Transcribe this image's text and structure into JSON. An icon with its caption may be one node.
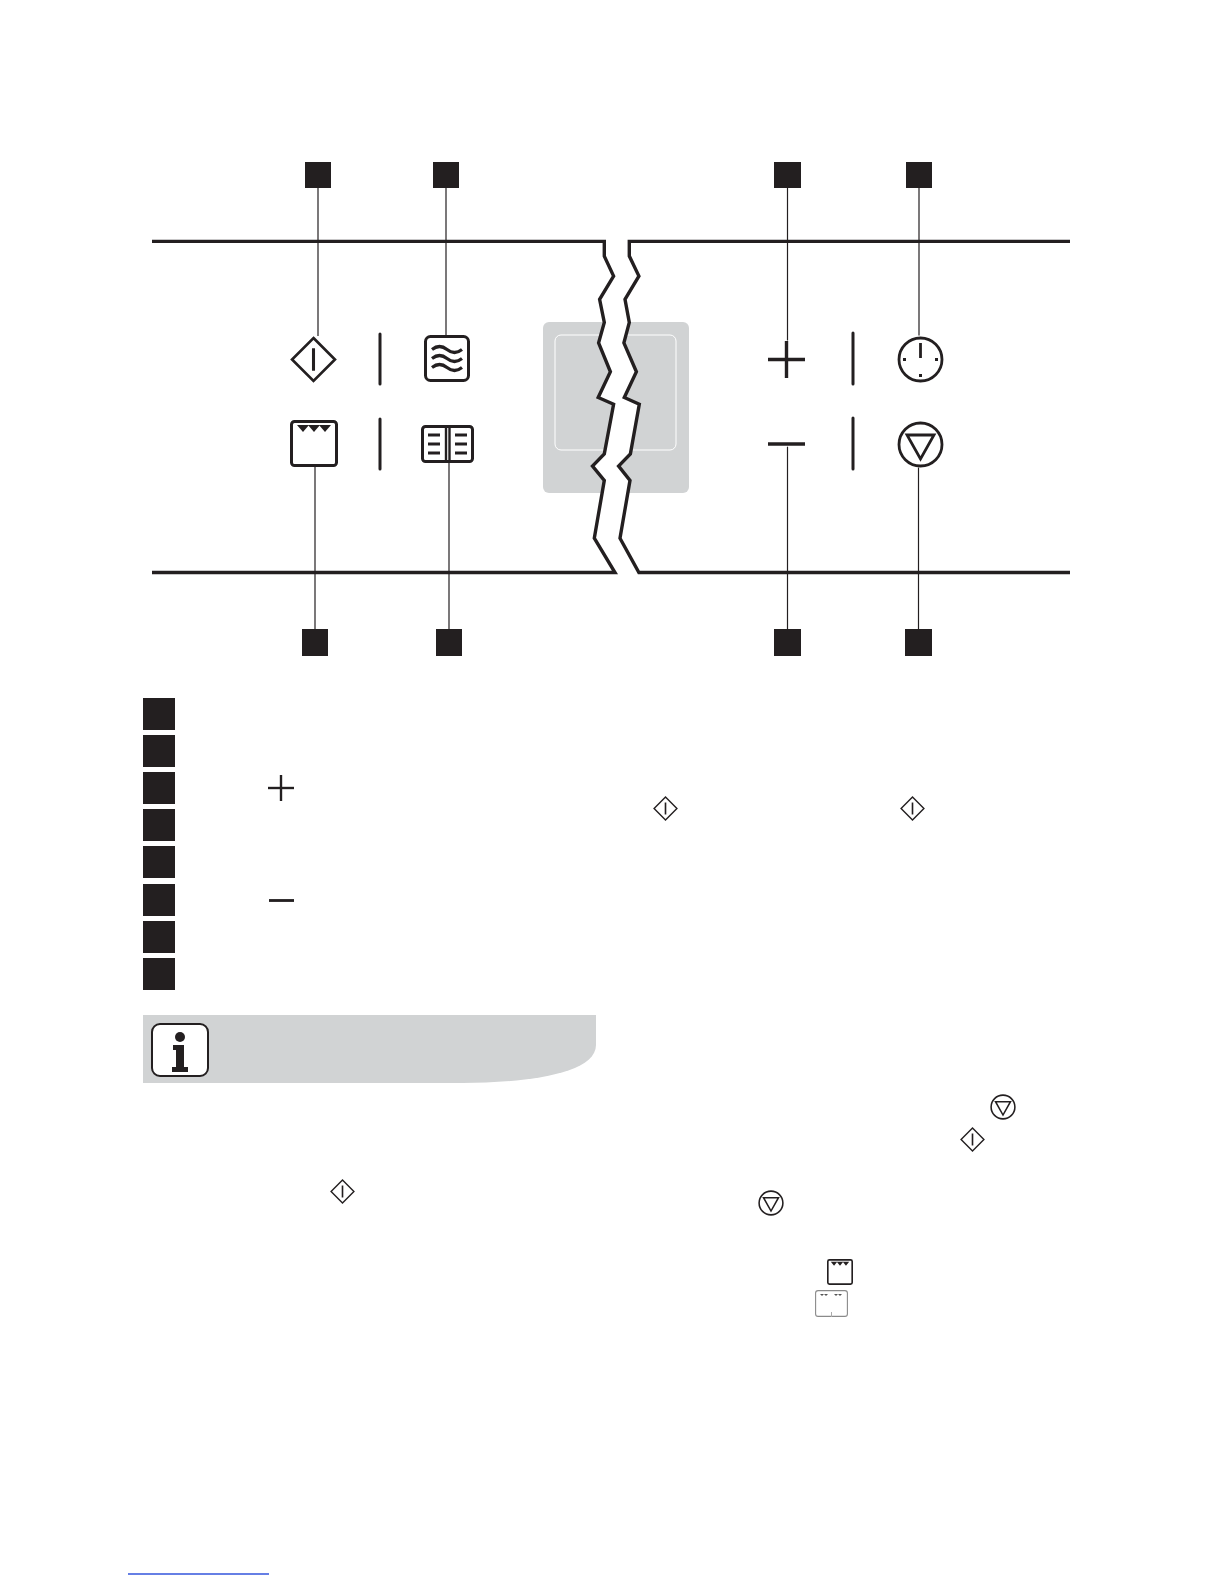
{
  "diagram": {
    "nodes": [
      {
        "text": [],
        "shape": "box"
      },
      {
        "text": [],
        "shape": "box"
      },
      {
        "text": [],
        "shape": "box"
      },
      {
        "text": [],
        "shape": "box"
      },
      {
        "text": [],
        "shape": "picture"
      },
      {
        "text": [],
        "shape": "picture"
      },
      {
        "text": [],
        "shape": "picture"
      },
      {
        "text": [],
        "shape": "picture"
      },
      {
        "text": [],
        "shape": "picture"
      },
      {
        "text": [],
        "shape": "picture"
      },
      {
        "text": [],
        "shape": "picture"
      },
      {
        "text": [],
        "shape": "picture"
      },
      {
        "text": [],
        "shape": "box"
      },
      {
        "text": [],
        "shape": "box"
      },
      {
        "text": [],
        "shape": "box"
      },
      {
        "text": [],
        "shape": "box"
      },
      {
        "text": [],
        "shape": "box"
      },
      {
        "text": [],
        "shape": "box"
      },
      {
        "text": [],
        "shape": "box"
      },
      {
        "text": [],
        "shape": "box"
      },
      {
        "text": [],
        "shape": "box"
      },
      {
        "text": [],
        "shape": "box"
      },
      {
        "text": [],
        "shape": "box"
      },
      {
        "text": [],
        "shape": "box"
      }
    ],
    "edges": [
      {
        "from": 0,
        "to": 4,
        "arrow": "none"
      },
      {
        "from": 1,
        "to": 5,
        "arrow": "none"
      },
      {
        "from": 2,
        "to": 6,
        "arrow": "none"
      },
      {
        "from": 3,
        "to": 7,
        "arrow": "none"
      },
      {
        "from": 12,
        "to": 8,
        "arrow": "none"
      },
      {
        "from": 13,
        "to": 9,
        "arrow": "none"
      },
      {
        "from": 14,
        "to": 10,
        "arrow": "none"
      },
      {
        "from": 15,
        "to": 11,
        "arrow": "none"
      }
    ]
  }
}
